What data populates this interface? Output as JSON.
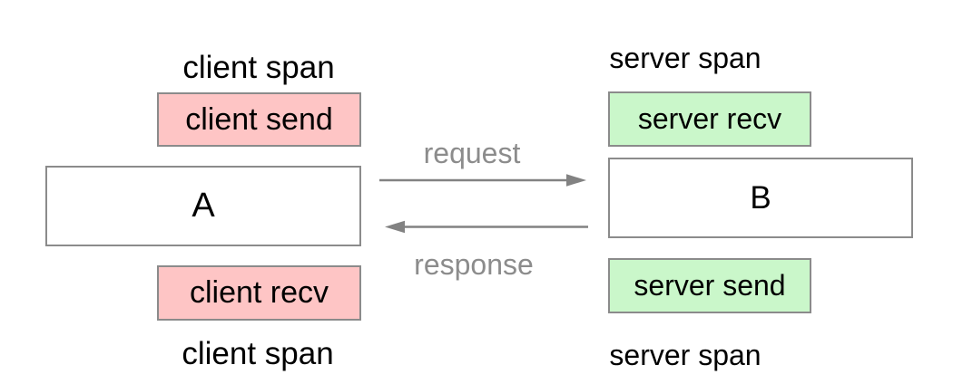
{
  "client": {
    "span_top": "client span",
    "send": "client send",
    "node": "A",
    "recv": "client recv",
    "span_bottom": "client span"
  },
  "server": {
    "span_top": "server span",
    "recv": "server recv",
    "node": "B",
    "send": "server send",
    "span_bottom": "server span"
  },
  "messages": {
    "request": "request",
    "response": "response"
  },
  "colors": {
    "background": "#ffffff",
    "client_fill": "#fec5c5",
    "server_fill": "#caf7ca",
    "node_fill": "#ffffff",
    "border": "#8b8b8b",
    "arrow": "#828282",
    "arrow_label": "#8c8c8c",
    "text": "#000000"
  }
}
